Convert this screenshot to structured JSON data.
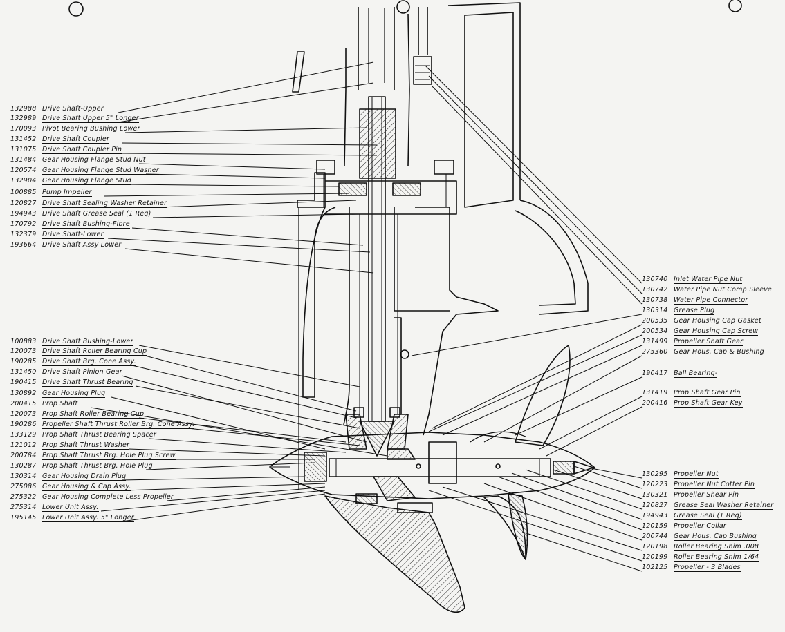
{
  "title": "Lower unit cross-section parts diagram",
  "left_labels": [
    {
      "part": "132988",
      "desc": "Drive Shaft-Upper"
    },
    {
      "part": "132989",
      "desc": "Drive Shaft Upper 5\" Longer"
    },
    {
      "part": "170093",
      "desc": "Pivot Bearing Bushing Lower"
    },
    {
      "part": "131452",
      "desc": "Drive Shaft Coupler"
    },
    {
      "part": "131075",
      "desc": "Drive Shaft Coupler Pin"
    },
    {
      "part": "131484",
      "desc": "Gear Housing Flange Stud Nut"
    },
    {
      "part": "120574",
      "desc": "Gear Housing Flange Stud Washer"
    },
    {
      "part": "132904",
      "desc": "Gear Housing Flange Stud"
    },
    {
      "part": "100885",
      "desc": "Pump Impeller"
    },
    {
      "part": "120827",
      "desc": "Drive Shaft Sealing Washer Retainer"
    },
    {
      "part": "194943",
      "desc": "Drive Shaft Grease Seal (1 Req)"
    },
    {
      "part": "170792",
      "desc": "Drive Shaft Bushing-Fibre"
    },
    {
      "part": "132379",
      "desc": "Drive Shaft-Lower"
    },
    {
      "part": "193664",
      "desc": "Drive Shaft Assy Lower"
    },
    {
      "part": "100883",
      "desc": "Drive Shaft Bushing-Lower"
    },
    {
      "part": "120073",
      "desc": "Drive Shaft Roller Bearing Cup"
    },
    {
      "part": "190285",
      "desc": "Drive Shaft Brg. Cone Assy."
    },
    {
      "part": "131450",
      "desc": "Drive Shaft Pinion Gear"
    },
    {
      "part": "190415",
      "desc": "Drive Shaft Thrust Bearing"
    },
    {
      "part": "130892",
      "desc": "Gear Housing Plug"
    },
    {
      "part": "200415",
      "desc": "Prop Shaft"
    },
    {
      "part": "120073",
      "desc": "Prop Shaft Roller Bearing Cup"
    },
    {
      "part": "190286",
      "desc": "Propeller Shaft Thrust Roller Brg. Cone Assy."
    },
    {
      "part": "133129",
      "desc": "Prop Shaft Thrust Bearing Spacer"
    },
    {
      "part": "121012",
      "desc": "Prop Shaft Thrust Washer"
    },
    {
      "part": "200784",
      "desc": "Prop Shaft Thrust Brg. Hole Plug Screw"
    },
    {
      "part": "130287",
      "desc": "Prop Shaft Thrust Brg. Hole Plug"
    },
    {
      "part": "130314",
      "desc": "Gear Housing Drain Plug"
    },
    {
      "part": "275086",
      "desc": "Gear Housing & Cap Assy."
    },
    {
      "part": "275322",
      "desc": "Gear Housing Complete Less Propeller"
    },
    {
      "part": "275314",
      "desc": "Lower Unit Assy."
    },
    {
      "part": "195145",
      "desc": "Lower Unit Assy. 5\" Longer"
    }
  ],
  "right_labels": [
    {
      "part": "130740",
      "desc": "Inlet Water Pipe Nut"
    },
    {
      "part": "130742",
      "desc": "Water Pipe Nut Comp Sleeve"
    },
    {
      "part": "130738",
      "desc": "Water Pipe Connector"
    },
    {
      "part": "130314",
      "desc": "Grease Plug"
    },
    {
      "part": "200535",
      "desc": "Gear Housing Cap Gasket"
    },
    {
      "part": "200534",
      "desc": "Gear Housing Cap Screw"
    },
    {
      "part": "131499",
      "desc": "Propeller Shaft Gear"
    },
    {
      "part": "275360",
      "desc": "Gear Hous. Cap & Bushing"
    },
    {
      "part": "190417",
      "desc": "Ball Bearing-"
    },
    {
      "part": "131419",
      "desc": "Prop Shaft Gear Pin"
    },
    {
      "part": "200416",
      "desc": "Prop Shaft Gear Key"
    },
    {
      "part": "130295",
      "desc": "Propeller Nut"
    },
    {
      "part": "120223",
      "desc": "Propeller Nut Cotter Pin"
    },
    {
      "part": "130321",
      "desc": "Propeller Shear Pin"
    },
    {
      "part": "120827",
      "desc": "Grease Seal Washer Retainer"
    },
    {
      "part": "194943",
      "desc": "Grease Seal (1 Req)"
    },
    {
      "part": "120159",
      "desc": "Propeller Collar"
    },
    {
      "part": "200744",
      "desc": "Gear Hous. Cap Bushing"
    },
    {
      "part": "120198",
      "desc": "Roller Bearing Shim .008"
    },
    {
      "part": "120199",
      "desc": "Roller Bearing Shim 1/64"
    },
    {
      "part": "102125",
      "desc": "Propeller - 3 Blades"
    }
  ]
}
